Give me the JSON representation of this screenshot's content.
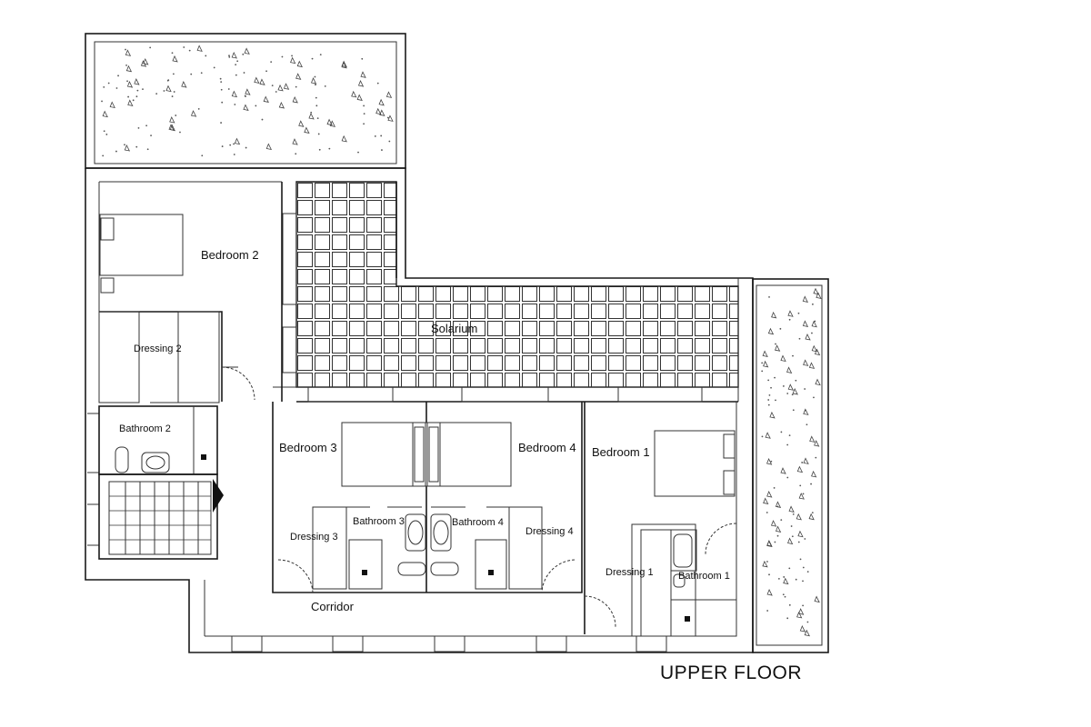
{
  "title": "UPPER FLOOR",
  "rooms": {
    "bedroom_2": "Bedroom 2",
    "dressing_2": "Dressing 2",
    "bathroom_2": "Bathroom 2",
    "solarium": "Solarium",
    "bedroom_3": "Bedroom 3",
    "bedroom_4": "Bedroom 4",
    "bedroom_1": "Bedroom 1",
    "bathroom_3": "Bathroom 3",
    "bathroom_4": "Bathroom 4",
    "dressing_3": "Dressing 3",
    "dressing_4": "Dressing 4",
    "dressing_1": "Dressing 1",
    "bathroom_1": "Bathroom 1",
    "corridor": "Corridor"
  },
  "colors": {
    "line": "#1a1a1a",
    "background": "#ffffff"
  }
}
